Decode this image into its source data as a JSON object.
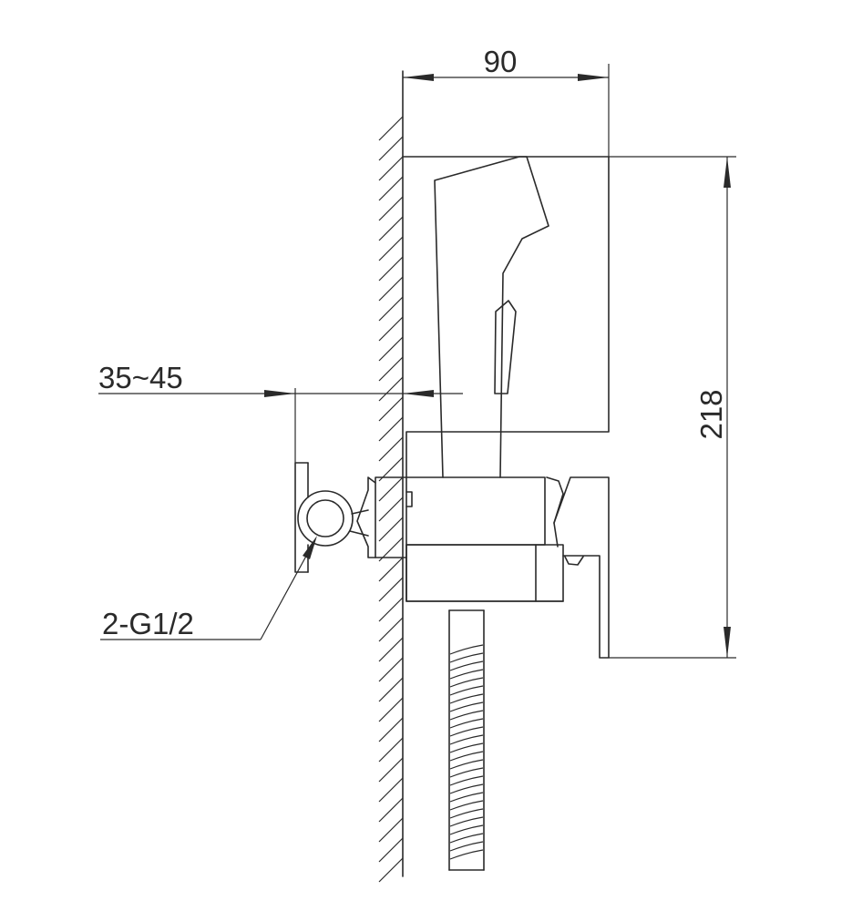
{
  "dimensions": {
    "width_label": "90",
    "height_label": "218",
    "wall_gap_label": "35~45",
    "connection_label": "2-G1/2"
  }
}
